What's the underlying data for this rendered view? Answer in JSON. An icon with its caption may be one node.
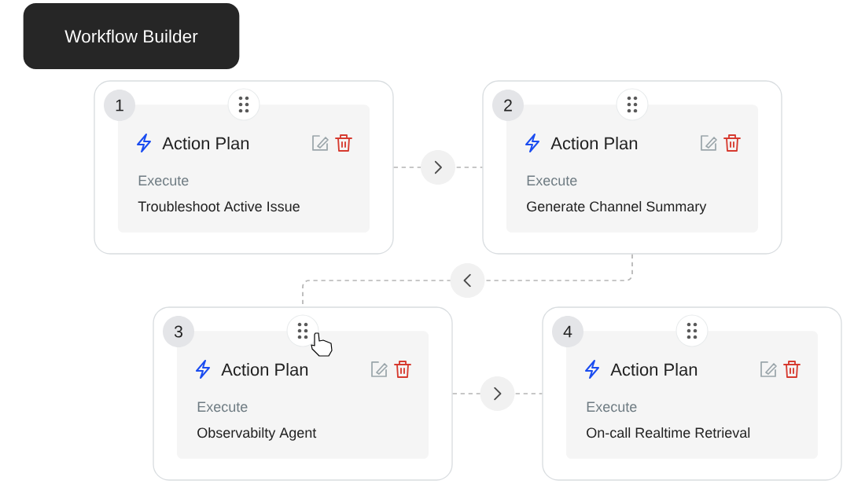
{
  "diagram": {
    "title": "Workflow Builder",
    "nodes": [
      {
        "text": [],
        "shape": "box"
      },
      {
        "text": [
          "1"
        ],
        "in": 0
      },
      {
        "text": [
          "Action Plan",
          "Execute",
          "Troubleshoot Active Issue"
        ],
        "in": 0
      },
      {
        "text": [],
        "shape": "box"
      },
      {
        "text": [
          "2"
        ],
        "in": 3
      },
      {
        "text": [
          "Action Plan",
          "Execute",
          "Generate Channel Summary"
        ],
        "in": 3
      },
      {
        "text": [],
        "shape": "box"
      },
      {
        "text": [
          "3"
        ],
        "in": 6
      },
      {
        "text": [
          "Action Plan",
          "Execute",
          "Observabilty Agent"
        ],
        "in": 6
      },
      {
        "text": [],
        "shape": "box"
      },
      {
        "text": [
          "4"
        ],
        "in": 9
      },
      {
        "text": [
          "Action Plan",
          "Execute",
          "On-call Realtime Retrieval"
        ],
        "in": 9
      }
    ],
    "edges": [
      {
        "from": 0,
        "to": 3,
        "arrow": "to",
        "style": "dashed"
      },
      {
        "from": 3,
        "to": 6,
        "arrow": "to",
        "style": "dashed"
      },
      {
        "from": 6,
        "to": 9,
        "arrow": "to",
        "style": "dashed"
      }
    ]
  }
}
